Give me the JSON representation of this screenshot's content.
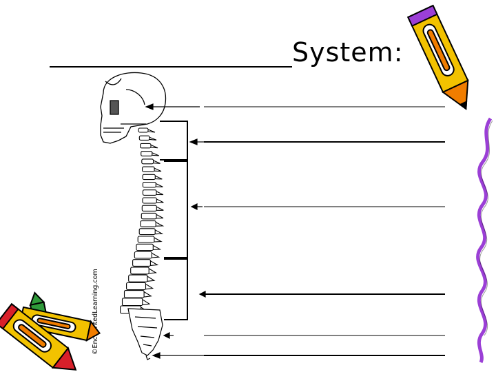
{
  "slide": {
    "title_suffix": "System:",
    "copyright": "©EnchantedLearning.com"
  },
  "labels": {
    "blanks": [
      "",
      "",
      "",
      "",
      "",
      ""
    ]
  },
  "colors": {
    "ink": "#000000",
    "pencil_yellow": "#f2c200",
    "pencil_orange": "#f07d00",
    "pencil_red": "#d8202a",
    "pencil_green": "#2f9a3a",
    "wavy_purple": "#9b3fd6",
    "skull_shade": "#555555"
  },
  "icons": [
    "crayon-bundle-icon",
    "pencil-icon",
    "wavy-line-decoration"
  ]
}
